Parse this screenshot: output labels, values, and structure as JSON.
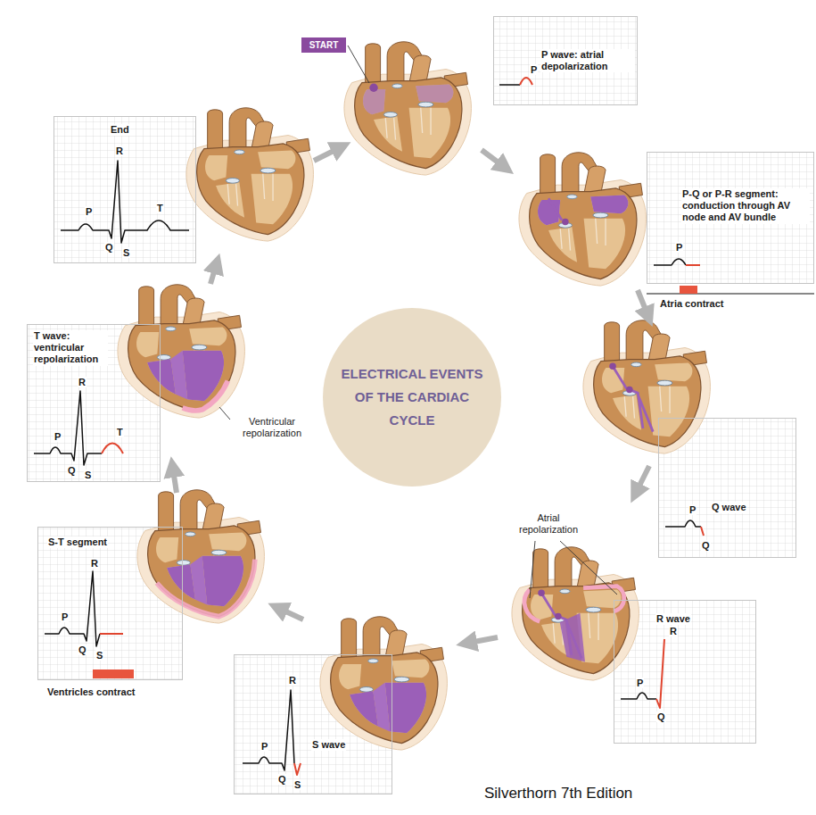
{
  "diagram": {
    "nodes": [
      {
        "text": [
          "START"
        ]
      },
      {
        "text": [
          "P wave: atrial depolarization",
          "P"
        ]
      },
      {
        "text": [
          "P-Q or P-R segment: conduction through AV node and AV bundle",
          "P",
          "Atria contract"
        ]
      },
      {
        "text": [
          "P",
          "Q wave",
          "Q"
        ]
      },
      {
        "text": [
          "R wave",
          "R",
          "P",
          "Q"
        ]
      },
      {
        "text": [
          "R",
          "P",
          "S wave",
          "Q",
          "S"
        ]
      },
      {
        "text": [
          "S-T segment",
          "R",
          "P",
          "Q",
          "S",
          "Ventricles contract"
        ]
      },
      {
        "text": [
          "T wave: ventricular repolarization",
          "R",
          "P",
          "T",
          "Q",
          "S"
        ]
      },
      {
        "text": [
          "End",
          "R",
          "P",
          "T",
          "Q",
          "S"
        ]
      },
      {
        "text": [
          "ELECTRICAL EVENTS OF THE CARDIAC CYCLE"
        ]
      }
    ],
    "labels": [
      "Atrial repolarization",
      "Ventricular repolarization",
      "Silverthorn 7th Edition"
    ]
  }
}
